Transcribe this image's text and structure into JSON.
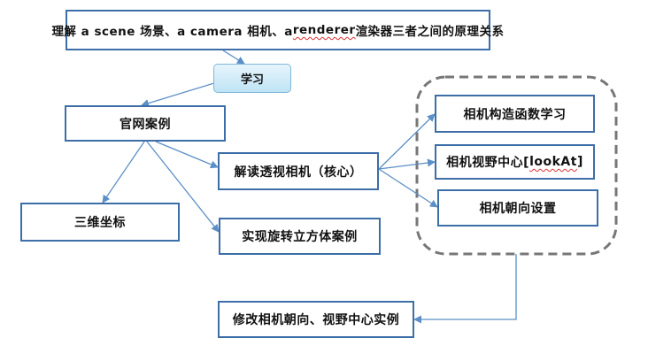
{
  "nodes": {
    "top": {
      "pre": "理解 a scene 场景、a camera 相机、a ",
      "flag": "renderer",
      "post": " 渲染器三者之间的原理关系"
    },
    "study": {
      "label": "学习"
    },
    "official": {
      "label": "官网案例"
    },
    "coords": {
      "label": "三维坐标"
    },
    "perspective": {
      "label": "解读透视相机（核心）"
    },
    "rotate": {
      "label": "实现旋转立方体案例"
    },
    "ctor": {
      "label": "相机构造函数学习"
    },
    "lookat": {
      "pre": "相机视野中心[",
      "flag": "lookAt",
      "post": "]"
    },
    "orient": {
      "label": "相机朝向设置"
    },
    "modify": {
      "label": "修改相机朝向、视野中心实例"
    }
  },
  "colors": {
    "border": "#3d6ea7",
    "arrow": "#5b8fc7",
    "dashed_group": "#777777"
  }
}
